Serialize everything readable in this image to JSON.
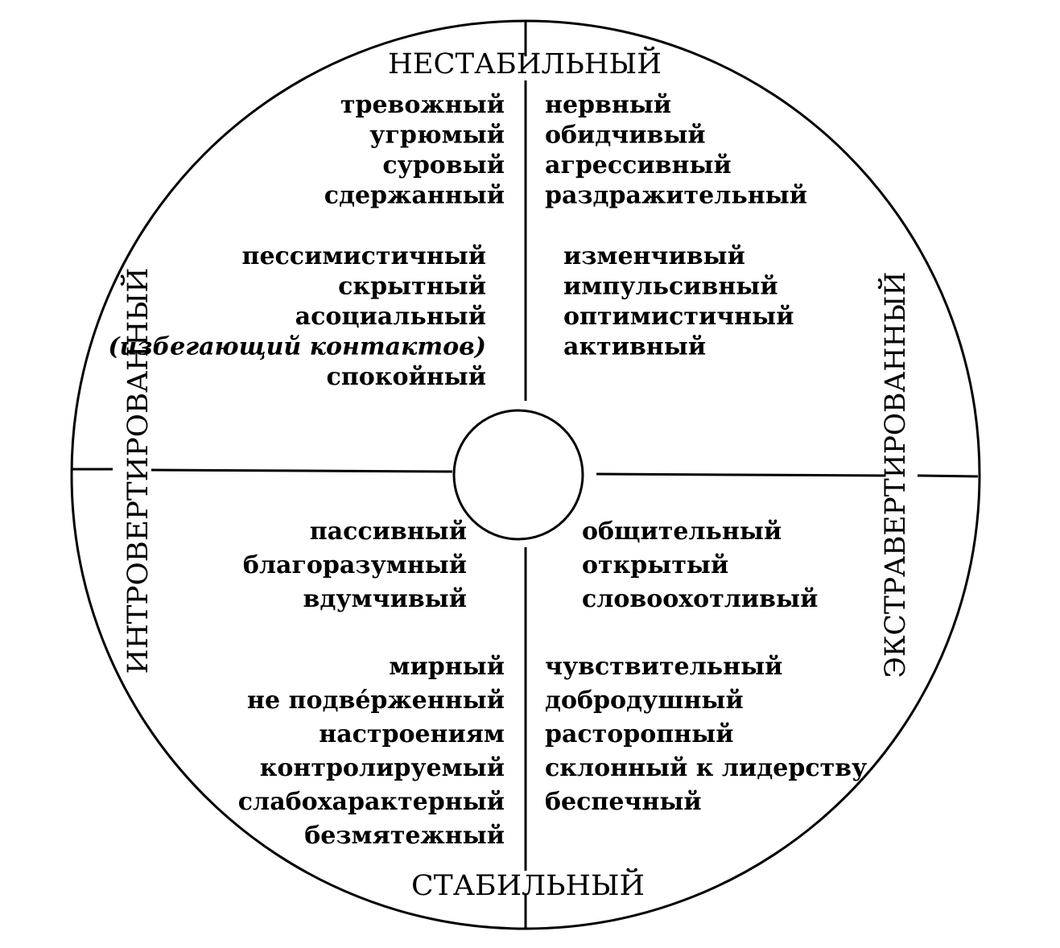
{
  "axes": {
    "top": "НЕСТАБИЛЬНЫЙ",
    "bottom": "СТАБИЛЬНЫЙ",
    "left": "ИНТРОВЕРТИРОВАННЫЙ",
    "right": "ЭКСТРАВЕРТИРОВАННЫЙ"
  },
  "quadrants": {
    "top_left": {
      "group1": [
        "тревожный",
        "угрюмый",
        "суровый",
        "сдержанный"
      ],
      "group2": [
        "пессимистичный",
        "скрытный",
        "асоциальный",
        "(избегающий контактов)",
        "спокойный"
      ]
    },
    "top_right": {
      "group1": [
        "нервный",
        "обидчивый",
        "агрессивный",
        "раздражительный"
      ],
      "group2": [
        "изменчивый",
        "импульсивный",
        "оптимистичный",
        "активный"
      ]
    },
    "bottom_left": {
      "group1": [
        "пассивный",
        "благоразумный",
        "вдумчивый"
      ],
      "group2": [
        "мирный",
        "не подве́рженный",
        "настроениям",
        "контролируемый",
        "слабохарактерный",
        "безмятежный"
      ]
    },
    "bottom_right": {
      "group1": [
        "общительный",
        "открытый",
        "словоохотливый"
      ],
      "group2": [
        "чувствительный",
        "добродушный",
        "расторопный",
        "склонный к лидерству",
        "беспечный"
      ]
    }
  },
  "colors": {
    "stroke": "#000000",
    "background": "#ffffff"
  }
}
